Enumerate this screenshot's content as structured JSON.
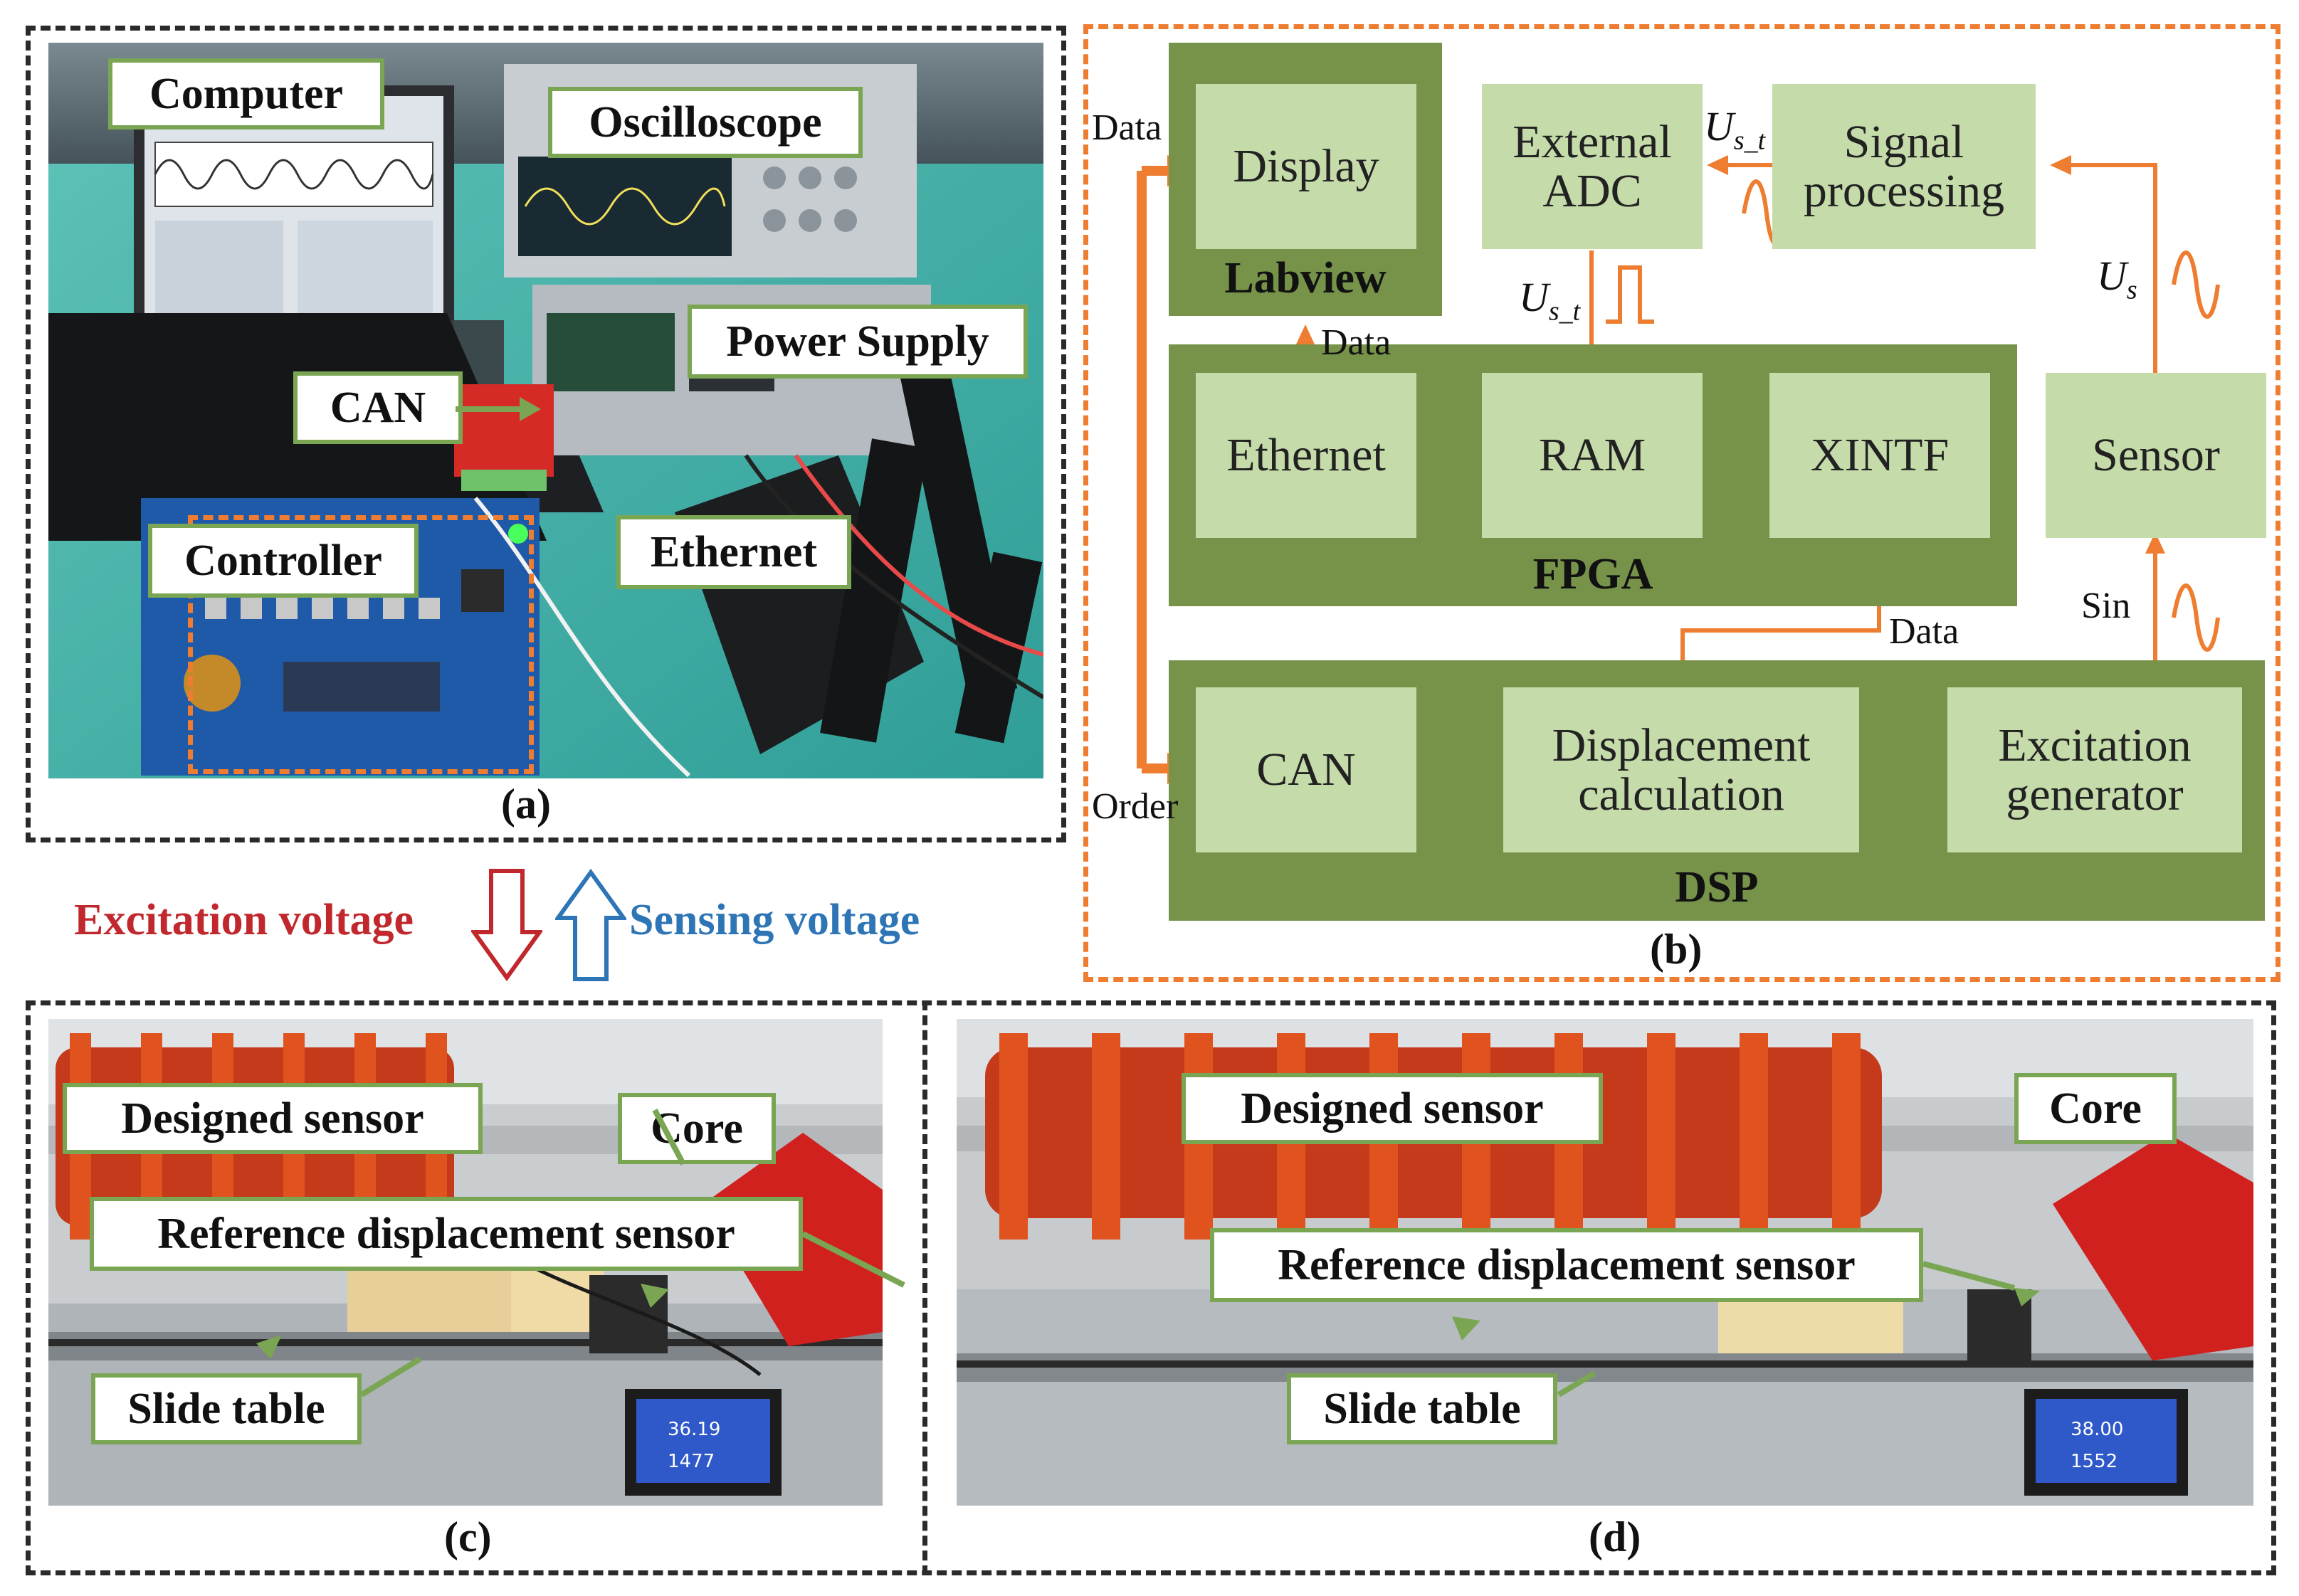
{
  "panel_a": {
    "label": "(a)",
    "callouts": {
      "computer": "Computer",
      "oscilloscope": "Oscilloscope",
      "power_supply": "Power Supply",
      "can": "CAN",
      "controller": "Controller",
      "ethernet": "Ethernet"
    }
  },
  "panel_b": {
    "label": "(b)",
    "labview": {
      "title": "Labview",
      "display": "Display"
    },
    "external_adc": "External\nADC",
    "signal_processing": "Signal\nprocessing",
    "fpga": {
      "title": "FPGA",
      "ethernet": "Ethernet",
      "ram": "RAM",
      "xintf": "XINTF"
    },
    "sensor": "Sensor",
    "dsp": {
      "title": "DSP",
      "can": "CAN",
      "displacement": "Displacement\ncalculation",
      "excitation": "Excitation\ngenerator"
    },
    "labels": {
      "data_left": "Data",
      "data_mid": "Data",
      "data_xintf": "Data",
      "order": "Order",
      "sin": "Sin",
      "ust_top_base": "U",
      "ust_top_sub": "s_t",
      "ust_mid_base": "U",
      "ust_mid_sub": "s_t",
      "us_base": "U",
      "us_sub": "s"
    },
    "colors": {
      "dark_block": "#77934a",
      "light_block": "#c5dcaa",
      "arrow": "#ee7d31"
    }
  },
  "middle": {
    "excitation_voltage": "Excitation voltage",
    "sensing_voltage": "Sensing voltage",
    "excitation_color": "#c0282d",
    "sensing_color": "#2e75b6"
  },
  "panel_c": {
    "label": "(c)",
    "callouts": {
      "designed_sensor": "Designed sensor",
      "core": "Core",
      "reference": "Reference displacement sensor",
      "slide_table": "Slide table"
    },
    "display_values": [
      "36.19",
      "1477"
    ]
  },
  "panel_d": {
    "label": "(d)",
    "callouts": {
      "designed_sensor": "Designed sensor",
      "core": "Core",
      "reference": "Reference displacement sensor",
      "slide_table": "Slide table"
    },
    "display_values": [
      "38.00",
      "1552"
    ]
  }
}
